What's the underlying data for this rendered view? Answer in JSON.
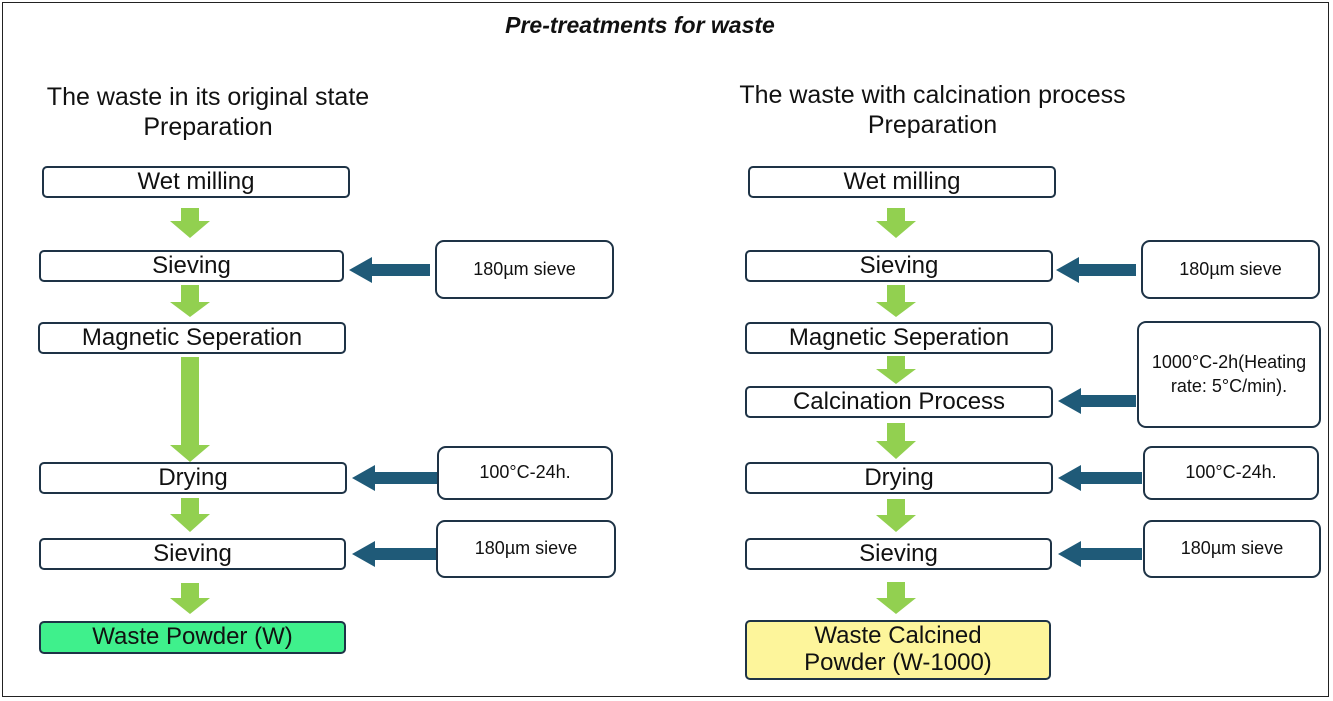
{
  "title": "Pre-treatments for waste",
  "left": {
    "heading_line1": "The waste in its original state",
    "heading_line2": "Preparation",
    "steps": [
      "Wet milling",
      "Sieving",
      "Magnetic Seperation",
      "Drying",
      "Sieving"
    ],
    "final": "Waste Powder (W)",
    "notes": [
      "180µm sieve",
      "100°C-24h.",
      "180µm sieve"
    ]
  },
  "right": {
    "heading_line1": "The waste with calcination process",
    "heading_line2": "Preparation",
    "steps": [
      "Wet milling",
      "Sieving",
      "Magnetic Seperation",
      "Calcination Process",
      "Drying",
      "Sieving"
    ],
    "final_line1": "Waste Calcined",
    "final_line2": "Powder (W-1000)",
    "notes": [
      "180µm sieve",
      "1000°C-2h(Heating rate: 5°C/min).",
      "100°C-24h.",
      "180µm sieve"
    ]
  },
  "colors": {
    "flow_arrow": "#92d050",
    "side_arrow": "#1f5a78",
    "box_border": "#1e3346",
    "final_left_fill": "#3ff08c",
    "final_right_fill": "#fdf59b"
  }
}
